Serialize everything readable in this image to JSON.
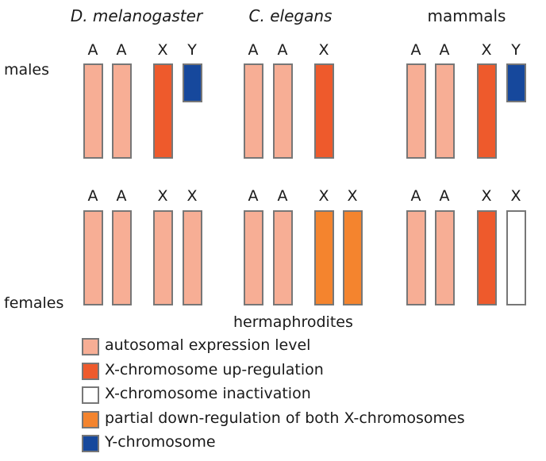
{
  "titles": {
    "drosophila": "D. melanogaster",
    "elegans": "C. elegans",
    "mammals": "mammals"
  },
  "rows": {
    "males": "males",
    "females": "females",
    "hermaphrodites": "hermaphrodites"
  },
  "colors": {
    "autosomal": "#f7ae95",
    "xup": "#ee5a2c",
    "xinact": "#ffffff",
    "partial": "#f4842e",
    "y": "#16489c"
  },
  "groups": [
    {
      "name": "drosophila-males",
      "row": "male",
      "chromosomes": [
        {
          "label": "A",
          "type": "autosomal"
        },
        {
          "label": "A",
          "type": "autosomal"
        },
        {
          "label": "X",
          "type": "xup"
        },
        {
          "label": "Y",
          "type": "y"
        }
      ]
    },
    {
      "name": "elegans-males",
      "row": "male",
      "chromosomes": [
        {
          "label": "A",
          "type": "autosomal"
        },
        {
          "label": "A",
          "type": "autosomal"
        },
        {
          "label": "X",
          "type": "xup"
        }
      ]
    },
    {
      "name": "mammals-males",
      "row": "male",
      "chromosomes": [
        {
          "label": "A",
          "type": "autosomal"
        },
        {
          "label": "A",
          "type": "autosomal"
        },
        {
          "label": "X",
          "type": "xup"
        },
        {
          "label": "Y",
          "type": "y"
        }
      ]
    },
    {
      "name": "drosophila-females",
      "row": "female",
      "chromosomes": [
        {
          "label": "A",
          "type": "autosomal"
        },
        {
          "label": "A",
          "type": "autosomal"
        },
        {
          "label": "X",
          "type": "autosomal"
        },
        {
          "label": "X",
          "type": "autosomal"
        }
      ]
    },
    {
      "name": "elegans-hermaphrodites",
      "row": "female",
      "chromosomes": [
        {
          "label": "A",
          "type": "autosomal"
        },
        {
          "label": "A",
          "type": "autosomal"
        },
        {
          "label": "X",
          "type": "partial"
        },
        {
          "label": "X",
          "type": "partial"
        }
      ]
    },
    {
      "name": "mammals-females",
      "row": "female",
      "chromosomes": [
        {
          "label": "A",
          "type": "autosomal"
        },
        {
          "label": "A",
          "type": "autosomal"
        },
        {
          "label": "X",
          "type": "xup"
        },
        {
          "label": "X",
          "type": "xinact"
        }
      ]
    }
  ],
  "legend": [
    {
      "type": "autosomal",
      "label": "autosomal expression level"
    },
    {
      "type": "xup",
      "label": "X-chromosome up-regulation"
    },
    {
      "type": "xinact",
      "label": "X-chromosome inactivation"
    },
    {
      "type": "partial",
      "label": "partial down-regulation of both X-chromosomes"
    },
    {
      "type": "y",
      "label": "Y-chromosome"
    }
  ]
}
